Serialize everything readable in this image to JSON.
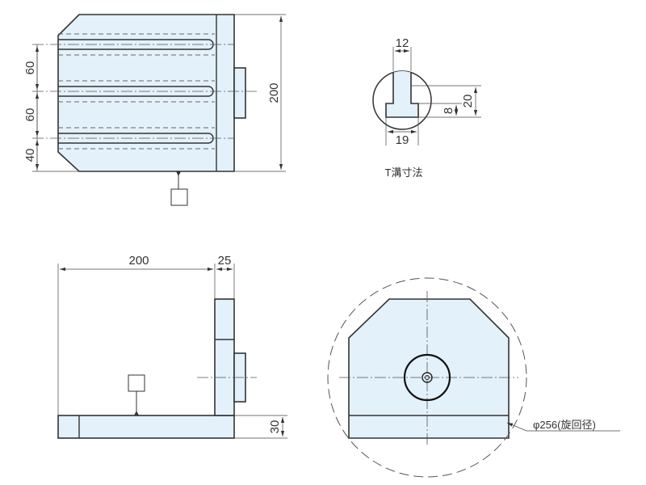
{
  "diagram": {
    "top_view": {
      "slot_pitch_upper": "60",
      "slot_pitch_lower": "60",
      "bottom_offset": "40",
      "height": "200"
    },
    "t_slot_detail": {
      "neck_width": "12",
      "head_width": "19",
      "head_height": "8",
      "slot_depth": "20",
      "caption": "T溝寸法"
    },
    "side_view": {
      "length": "200",
      "plate_thickness": "25",
      "base_height": "30"
    },
    "rotation_view": {
      "swing_diameter": "φ256(旋回径)"
    },
    "colors": {
      "part_fill": "#e3f1fb",
      "line": "#333333"
    }
  }
}
